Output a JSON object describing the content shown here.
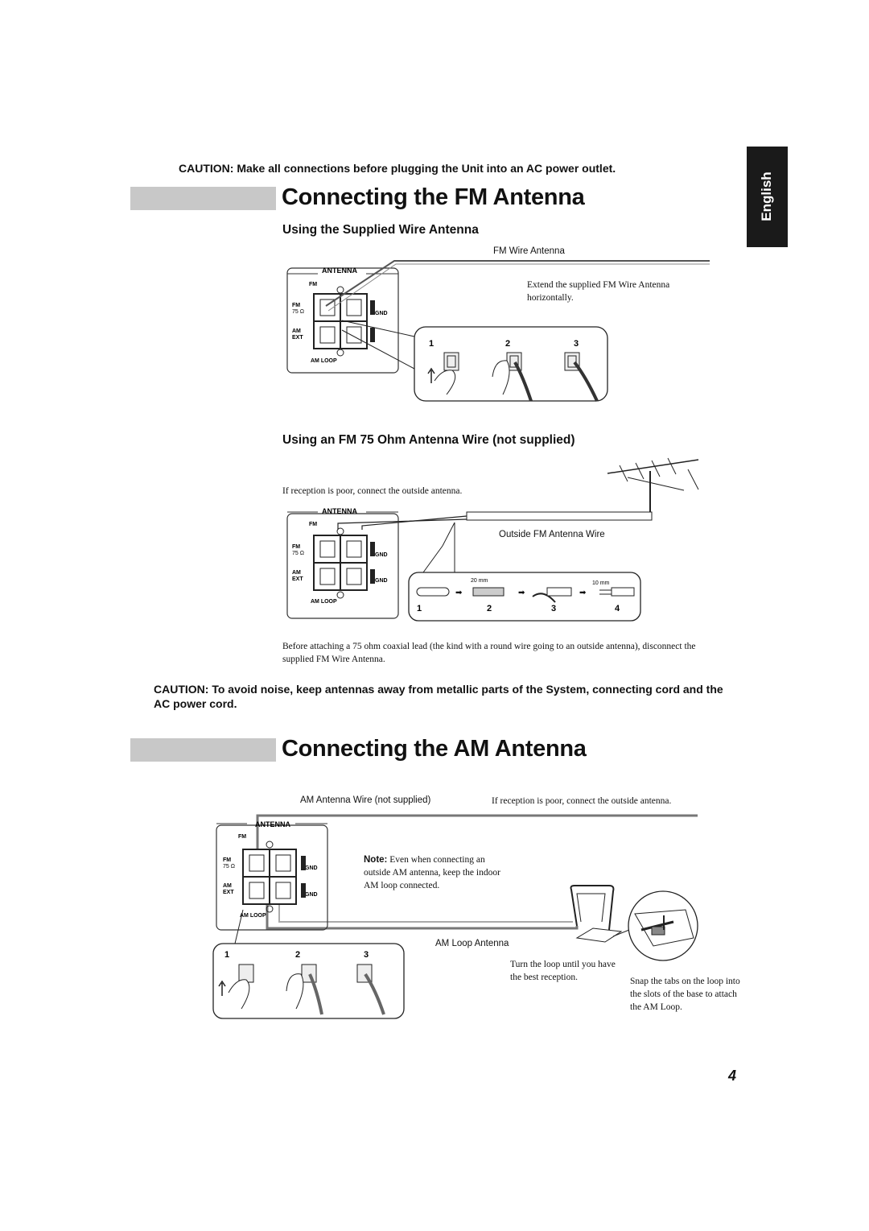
{
  "side_tab": {
    "label": "English"
  },
  "caution_top": "CAUTION: Make all connections before plugging the Unit into an AC power outlet.",
  "fm_section": {
    "title": "Connecting the FM Antenna",
    "wire": {
      "heading": "Using the Supplied Wire Antenna",
      "antenna_label": "FM Wire Antenna",
      "instruction": "Extend the supplied FM Wire Antenna horizontally.",
      "steps": [
        "1",
        "2",
        "3"
      ]
    },
    "outside": {
      "heading": "Using an FM 75 Ohm Antenna Wire (not supplied)",
      "tip": "If reception is poor, connect the outside antenna.",
      "wire_label": "Outside FM Antenna Wire",
      "strip_lengths": [
        "20 mm",
        "10 mm"
      ],
      "steps": [
        "1",
        "2",
        "3",
        "4"
      ],
      "note": "Before attaching a 75 ohm coaxial lead (the kind with a round wire going to an outside antenna), disconnect the supplied FM Wire Antenna."
    }
  },
  "caution_noise": "CAUTION: To avoid noise, keep antennas away from metallic parts of the System, connecting cord and the AC power cord.",
  "am_section": {
    "title": "Connecting the AM Antenna",
    "wire_label": "AM Antenna Wire (not supplied)",
    "tip": "If reception is poor, connect the outside antenna.",
    "note_label": "Note:",
    "note_text": "Even when connecting an outside AM antenna, keep the indoor AM loop connected.",
    "loop_label": "AM Loop Antenna",
    "turn_text": "Turn the loop until you have the best reception.",
    "snap_text": "Snap the tabs on the loop into the slots of the base to attach the AM Loop.",
    "steps": [
      "1",
      "2",
      "3"
    ]
  },
  "terminal": {
    "antenna": "ANTENNA",
    "fm": "FM",
    "fm75": "FM",
    "ohm": "75 Ω",
    "am": "AM",
    "ext": "EXT",
    "gnd": "GND",
    "am_loop": "AM LOOP"
  },
  "page_number": "4"
}
